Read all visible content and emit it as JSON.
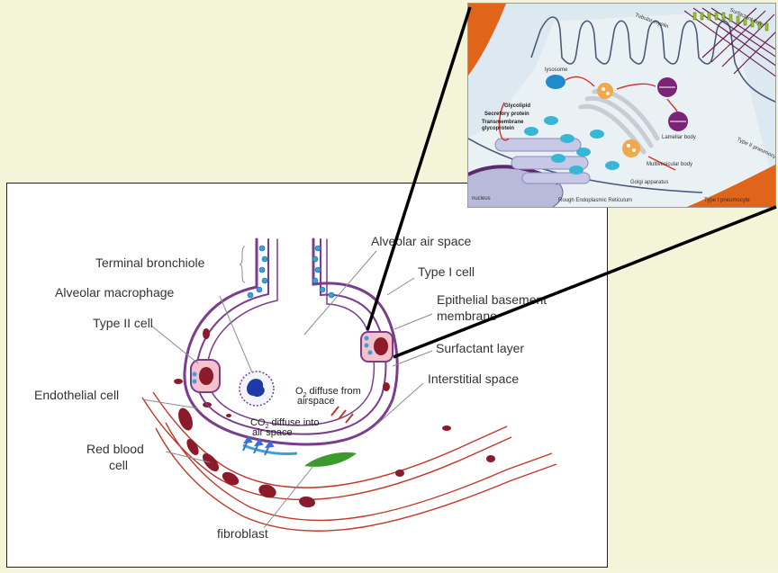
{
  "diagram": {
    "labels": {
      "terminal_bronchiole": "Terminal bronchiole",
      "alveolar_macrophage": "Alveolar macrophage",
      "type_ii_cell": "Type II cell",
      "endothelial_cell": "Endothelial cell",
      "red_blood_cell_line1": "Red blood",
      "red_blood_cell_line2": "cell",
      "fibroblast": "fibroblast",
      "alveolar_air_space": "Alveolar air space",
      "type_i_cell": "Type I cell",
      "epithelial_bm_line1": "Epithelial basement",
      "epithelial_bm_line2": "membrane",
      "surfactant_layer": "Surfactant layer",
      "interstitial_space": "Interstitial space",
      "o2_line1_prefix": "O",
      "o2_line1_sub": "2",
      "o2_line1_rest": " diffuse from",
      "o2_line2": "airspace",
      "co2_line1_prefix": "CO",
      "co2_line1_sub": "2",
      "co2_line1_rest": " diffuse into",
      "co2_line2": "air space"
    },
    "inset_labels": {
      "surfactant_layer": "Surfactant layer",
      "tubular_myelin": "Tubular myelin",
      "lysosome": "lysosome",
      "glycolipid": "Glycolipid",
      "secretory_protein": "Secretory protein",
      "transmembrane_line1": "Transmembrane",
      "transmembrane_line2": "glycoprotein",
      "lamellar_body": "Lamellar body",
      "multivesicular_body": "Multivesicular body",
      "golgi_apparatus": "Golgi apparatus",
      "type_ii_pneumocyte": "Type II pneumocyte",
      "nucleus": "nucleus",
      "rough_er": "Rough Endoplasmic Reticulum",
      "type_i_pneumocyte": "Type I pneumocyte"
    }
  },
  "colors": {
    "slide_background": "#f4f4d9",
    "membrane": "#7a3d8c",
    "red_blood_cell": "#8b1a2b",
    "capillary": "#c0392b",
    "surfactant": "#3aa0d8",
    "fibroblast": "#3d9a2f",
    "macrophage_nucleus": "#1f3aa8",
    "inset_background": "#dde9f0"
  }
}
